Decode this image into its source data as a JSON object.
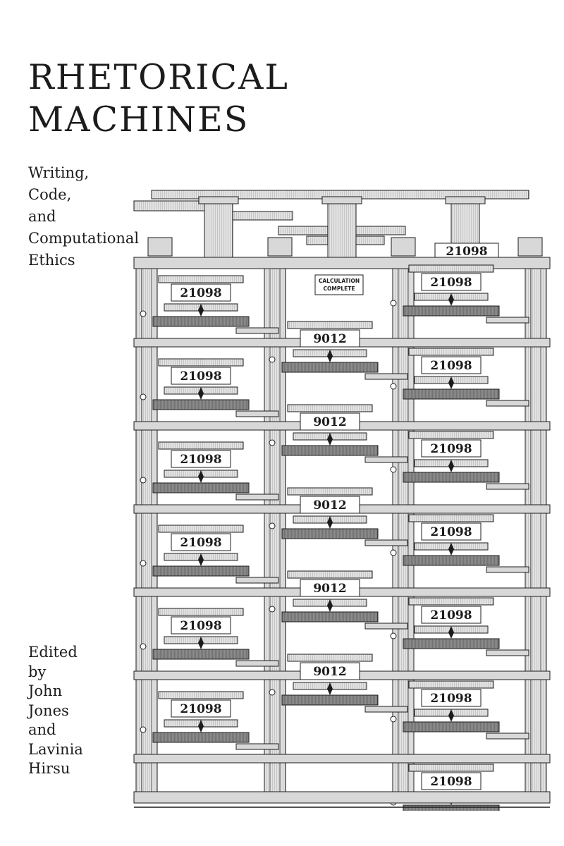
{
  "cover": {
    "title_lines": [
      "RHETORICAL",
      "MACHINES"
    ],
    "subtitle_lines": [
      "Writing,",
      "Code,",
      "and",
      "Computational",
      "Ethics"
    ],
    "credit_lines": [
      "Edited",
      "by",
      "John",
      "Jones",
      "and",
      "Lavinia",
      "Hirsu"
    ]
  },
  "engraving": {
    "placard": [
      "CALCULATION",
      "COMPLETE"
    ],
    "top_wheel": "21098",
    "columns": [
      {
        "wheels": [
          "21098",
          "21098",
          "21098",
          "21098",
          "21098",
          "21098"
        ]
      },
      {
        "wheels": [
          "9012",
          "9012",
          "9012",
          "9012",
          "9012"
        ]
      },
      {
        "wheels": [
          "21098",
          "21098",
          "21098",
          "21098",
          "21098",
          "21098",
          "21098"
        ]
      }
    ]
  },
  "colors": {
    "ink": "#1c1c1c",
    "paper": "#ffffff",
    "metal": "#d8d8d8",
    "metal_dark": "#6e6e6e"
  }
}
